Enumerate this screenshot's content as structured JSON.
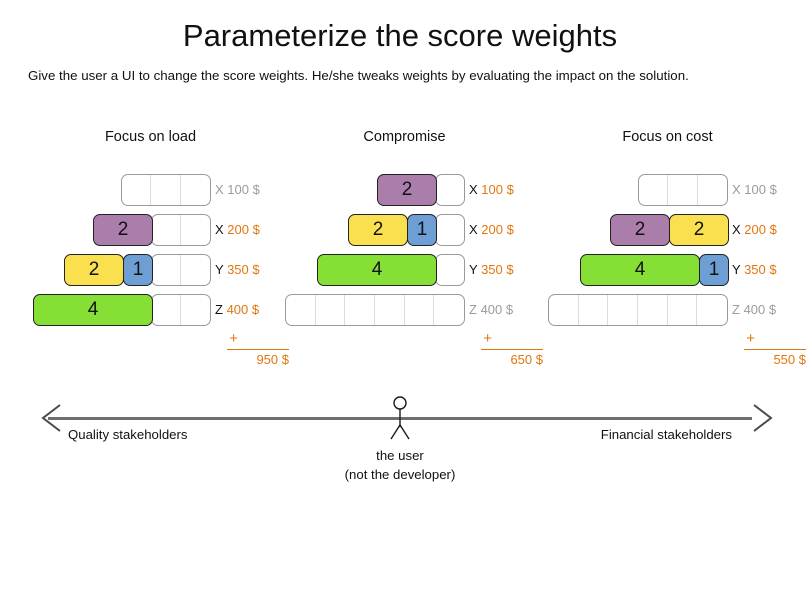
{
  "page": {
    "title": "Parameterize the score weights",
    "subtitle": "Give the user a UI to change the score weights. He/she tweaks weights by evaluating the impact on the solution."
  },
  "colors": {
    "purple": "#aa7daa",
    "yellow": "#fadf4e",
    "blue": "#6d9fd4",
    "green": "#85df35",
    "orange_price": "#e2760d",
    "inactive_gray": "#9b9b9b",
    "axis_gray": "#6e6e6e"
  },
  "columns": [
    {
      "heading": "Focus on load",
      "rows": [
        {
          "letter": "X",
          "price": "100 $",
          "active": false,
          "segments": [],
          "empty_cells": 3
        },
        {
          "letter": "X",
          "price": "200 $",
          "active": true,
          "segments": [
            {
              "value": "2",
              "color": "purple",
              "cells": 2
            }
          ],
          "empty_cells": 2
        },
        {
          "letter": "Y",
          "price": "350 $",
          "active": true,
          "segments": [
            {
              "value": "2",
              "color": "yellow",
              "cells": 2
            },
            {
              "value": "1",
              "color": "blue",
              "cells": 1
            }
          ],
          "empty_cells": 2
        },
        {
          "letter": "Z",
          "price": "400 $",
          "active": true,
          "segments": [
            {
              "value": "4",
              "color": "green",
              "cells": 4
            }
          ],
          "empty_cells": 2
        }
      ],
      "total_plus": "+",
      "total": "950 $"
    },
    {
      "heading": "Compromise",
      "rows": [
        {
          "letter": "X",
          "price": "100 $",
          "active": true,
          "segments": [
            {
              "value": "2",
              "color": "purple",
              "cells": 2
            }
          ],
          "empty_cells": 1
        },
        {
          "letter": "X",
          "price": "200 $",
          "active": true,
          "segments": [
            {
              "value": "2",
              "color": "yellow",
              "cells": 2
            },
            {
              "value": "1",
              "color": "blue",
              "cells": 1
            }
          ],
          "empty_cells": 1
        },
        {
          "letter": "Y",
          "price": "350 $",
          "active": true,
          "segments": [
            {
              "value": "4",
              "color": "green",
              "cells": 4
            }
          ],
          "empty_cells": 1
        },
        {
          "letter": "Z",
          "price": "400 $",
          "active": false,
          "segments": [],
          "empty_cells": 6
        }
      ],
      "total_plus": "+",
      "total": "650 $"
    },
    {
      "heading": "Focus on cost",
      "rows": [
        {
          "letter": "X",
          "price": "100 $",
          "active": false,
          "segments": [],
          "empty_cells": 3
        },
        {
          "letter": "X",
          "price": "200 $",
          "active": true,
          "segments": [
            {
              "value": "2",
              "color": "purple",
              "cells": 2
            },
            {
              "value": "2",
              "color": "yellow",
              "cells": 2
            }
          ],
          "empty_cells": 0
        },
        {
          "letter": "Y",
          "price": "350 $",
          "active": true,
          "segments": [
            {
              "value": "4",
              "color": "green",
              "cells": 4
            },
            {
              "value": "1",
              "color": "blue",
              "cells": 1
            }
          ],
          "empty_cells": 0
        },
        {
          "letter": "Z",
          "price": "400 $",
          "active": false,
          "segments": [],
          "empty_cells": 6
        }
      ],
      "total_plus": "+",
      "total": "550 $"
    }
  ],
  "spectrum": {
    "left_label": "Quality stakeholders",
    "right_label": "Financial stakeholders",
    "user_caption_line1": "the user",
    "user_caption_line2": "(not the developer)",
    "left_arrow_icon": "arrow-left-icon",
    "right_arrow_icon": "arrow-right-icon",
    "user_icon": "stick-figure-icon"
  }
}
